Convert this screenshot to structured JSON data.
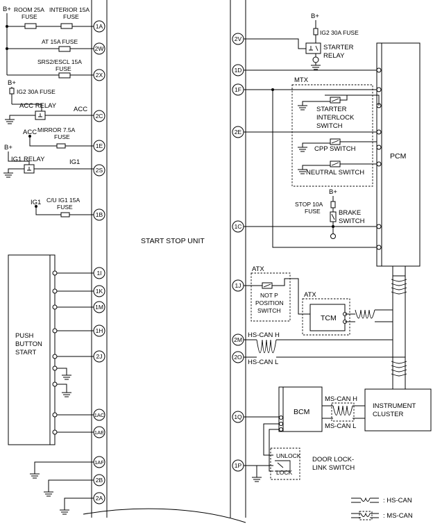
{
  "labels": {
    "b_plus_1": "B+",
    "room_fuse": "ROOM 25A\nFUSE",
    "interior_fuse": "INTERIOR 15A\nFUSE",
    "at_fuse": "AT 15A FUSE",
    "srs_fuse": "SRS2/ESCL 15A\nFUSE",
    "b_plus_2": "B+",
    "ig2_fuse_left": "IG2 30A FUSE",
    "acc_relay": "ACC RELAY",
    "acc_out": "ACC",
    "acc_in": "ACC",
    "mirror_fuse": "MIRROR 7.5A\nFUSE",
    "b_plus_3": "B+",
    "ig1_relay": "IG1 RELAY",
    "ig1_out": "IG1",
    "ig1_in": "IG1",
    "cu_ig1_fuse": "C/U IG1 15A\nFUSE",
    "push_button": "PUSH\nBUTTON\nSTART",
    "start_stop_unit": "START STOP UNIT",
    "b_plus_4": "B+",
    "ig2_fuse_right": "IG2 30A FUSE",
    "starter_relay": "STARTER\nRELAY",
    "mtx": "MTX",
    "starter_interlock": "STARTER\nINTERLOCK\nSWITCH",
    "cpp_switch": "CPP SWITCH",
    "neutral_switch": "NEUTRAL SWITCH",
    "pcm": "PCM",
    "b_plus_5": "B+",
    "stop_fuse": "STOP 10A\nFUSE",
    "brake_switch": "BRAKE\nSWITCH",
    "atx_1": "ATX",
    "not_p": "NOT P\nPOSITION\nSWITCH",
    "atx_2": "ATX",
    "tcm": "TCM",
    "hs_can_h": "HS-CAN H",
    "hs_can_l": "HS-CAN L",
    "bcm": "BCM",
    "ms_can_h": "MS-CAN H",
    "ms_can_l": "MS-CAN L",
    "instrument_cluster": "INSTRUMENT\nCLUSTER",
    "unlock": "UNLOCK",
    "lock": "LOCK",
    "door_lock_switch": "DOOR LOCK-\nLINK SWITCH",
    "legend_hs": ": HS-CAN",
    "legend_ms": ": MS-CAN"
  },
  "pins_left": [
    "1A",
    "2W",
    "2X",
    "2C",
    "1E",
    "2S",
    "1B",
    "1I",
    "1K",
    "1M",
    "1H",
    "2J",
    "1AC",
    "1AE",
    "1AF",
    "2B",
    "2A"
  ],
  "pins_right": [
    "2V",
    "1D",
    "1F",
    "2E",
    "1C",
    "1J",
    "2M",
    "2O",
    "1Q",
    "1P"
  ]
}
